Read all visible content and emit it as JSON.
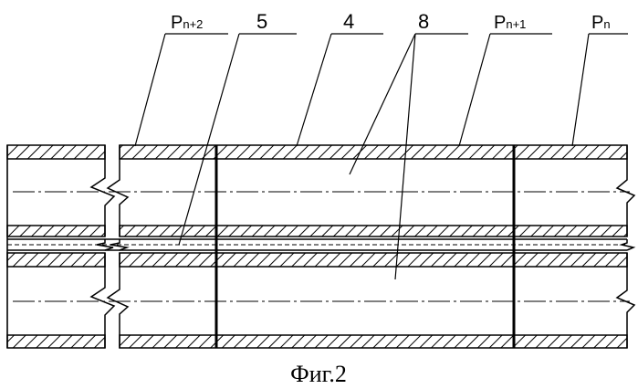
{
  "figure": {
    "labels": {
      "p_n2_base": "P",
      "p_n2_sub": "n+2",
      "num_5": "5",
      "num_4": "4",
      "num_8": "8",
      "p_n1_base": "P",
      "p_n1_sub": "n+1",
      "p_n_base": "P",
      "p_n_sub": "n"
    },
    "caption": "Фиг.2"
  }
}
